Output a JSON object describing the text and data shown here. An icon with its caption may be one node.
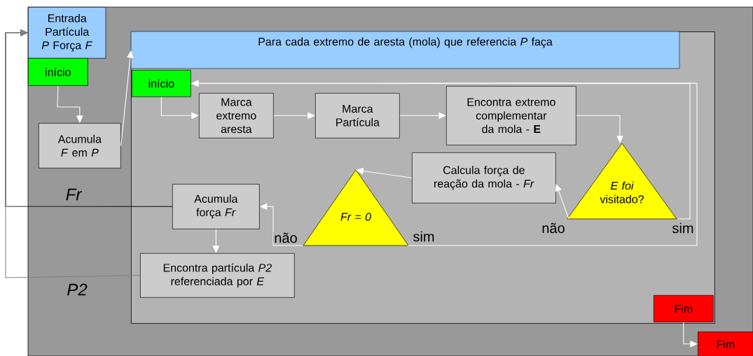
{
  "diagram": {
    "nodes": [
      {
        "text": [
          "Entrada Partícula *P* Força *F*"
        ]
      },
      {
        "text": [
          "início"
        ]
      },
      {
        "text": [
          "Acumula *F* em *P*"
        ]
      },
      {
        "text": [
          "Para cada extremo de aresta (mola) que referencia *P* faça"
        ]
      },
      {
        "text": [
          "início"
        ],
        "in": 3
      },
      {
        "text": [
          "Marca extremo aresta"
        ],
        "in": 3
      },
      {
        "text": [
          "Marca Partícula"
        ],
        "in": 3
      },
      {
        "text": [
          "Encontra extremo complementar da mola - **E**"
        ],
        "in": 3
      },
      {
        "text": [
          "Calcula força de reação da mola - *Fr*"
        ],
        "in": 3
      },
      {
        "text": [
          "*E foi* visitado?"
        ],
        "in": 3
      },
      {
        "text": [
          "Fr = 0"
        ],
        "in": 3
      },
      {
        "text": [
          "Acumula força *Fr*"
        ],
        "in": 3
      },
      {
        "text": [
          "Encontra partícula *P2* referenciada por *E*"
        ],
        "in": 3
      },
      {
        "text": [
          "Fim"
        ],
        "in": 3
      },
      {
        "text": [
          "Fim"
        ]
      }
    ],
    "edges": [
      {
        "from": 1,
        "to": 2,
        "arrow": "to"
      },
      {
        "from": 2,
        "to": 3,
        "arrow": "to"
      },
      {
        "from": 4,
        "to": 5,
        "arrow": "to"
      },
      {
        "from": 5,
        "to": 6,
        "arrow": "to"
      },
      {
        "from": 6,
        "to": 7,
        "arrow": "to"
      },
      {
        "from": 7,
        "to": 9,
        "arrow": "to"
      },
      {
        "from": 9,
        "to": 8,
        "arrow": "to",
        "label": "não"
      },
      {
        "from": 9,
        "to": 4,
        "arrow": "to",
        "label": "sim"
      },
      {
        "from": 8,
        "to": 10,
        "arrow": "to"
      },
      {
        "from": 10,
        "to": 11,
        "arrow": "to",
        "label": "não"
      },
      {
        "from": 10,
        "to": 4,
        "arrow": "to",
        "label": "sim"
      },
      {
        "from": 11,
        "to": 12,
        "arrow": "to"
      },
      {
        "from": 11,
        "to": 0,
        "arrow": "to",
        "label": "Fr",
        "color": "#000000"
      },
      {
        "from": 12,
        "to": 0,
        "arrow": "to",
        "label": "P2",
        "color": "#808080"
      },
      {
        "from": 13,
        "to": 14,
        "arrow": "to"
      }
    ]
  }
}
